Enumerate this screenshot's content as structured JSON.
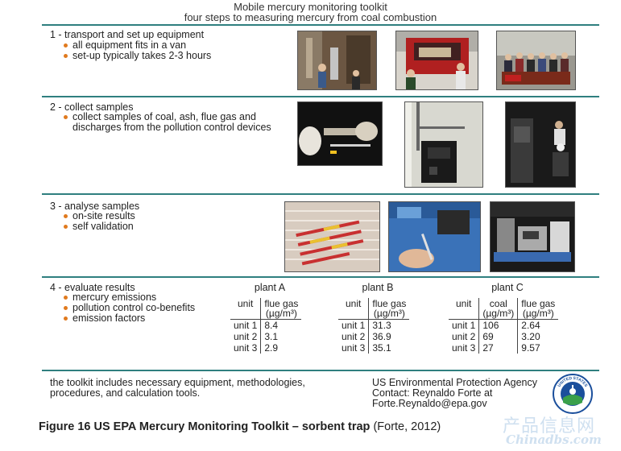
{
  "header": {
    "line1": "Mobile mercury monitoring toolkit",
    "line2": "four steps to measuring mercury from coal combustion"
  },
  "steps": [
    {
      "title": "1 - transport and set up equipment",
      "bullets": [
        "all equipment fits in a van",
        "set-up typically takes 2-3 hours"
      ]
    },
    {
      "title": "2 - collect samples",
      "bullets": [
        "collect samples of coal, ash, flue gas and discharges from the pollution control devices"
      ]
    },
    {
      "title": "3 - analyse samples",
      "bullets": [
        "on-site results",
        "self validation"
      ]
    },
    {
      "title": "4 - evaluate results",
      "bullets": [
        "mercury emissions",
        "pollution control co-benefits",
        "emission factors"
      ]
    }
  ],
  "results": {
    "plant_a": {
      "name": "plant A",
      "headers": [
        "unit",
        "flue gas",
        "(µg/m³)"
      ],
      "rows": [
        [
          "unit 1",
          "8.4"
        ],
        [
          "unit 2",
          "3.1"
        ],
        [
          "unit 3",
          "2.9"
        ]
      ]
    },
    "plant_b": {
      "name": "plant B",
      "headers": [
        "unit",
        "flue gas",
        "(µg/m³)"
      ],
      "rows": [
        [
          "unit 1",
          "31.3"
        ],
        [
          "unit 2",
          "36.9"
        ],
        [
          "unit 3",
          "35.1"
        ]
      ]
    },
    "plant_c": {
      "name": "plant C",
      "headers": [
        "unit",
        "coal",
        "(µg/m³)",
        "flue gas",
        "(µg/m³)"
      ],
      "rows": [
        [
          "unit 1",
          "106",
          "2.64"
        ],
        [
          "unit 2",
          "69",
          "3.20"
        ],
        [
          "unit 3",
          "27",
          "9.57"
        ]
      ]
    }
  },
  "footer": {
    "left_line1": "the toolkit includes necessary equipment, methodologies,",
    "left_line2": "procedures, and calculation tools.",
    "agency": "US Environmental Protection Agency",
    "contact": "Contact: Reynaldo Forte at",
    "email": "Forte.Reynaldo@epa.gov",
    "seal_text": "UNITED STATES"
  },
  "caption": {
    "bold": "Figure 16  US EPA Mercury Monitoring Toolkit – sorbent trap",
    "normal": " (Forte, 2012)"
  },
  "watermark": {
    "cn": "产品信息网",
    "en": "Chinadbs.com"
  },
  "colors": {
    "rule": "#2f7f7f",
    "bullet": "#e07a1e",
    "epa_blue": "#1b4f9c",
    "epa_green": "#3aa04a"
  }
}
